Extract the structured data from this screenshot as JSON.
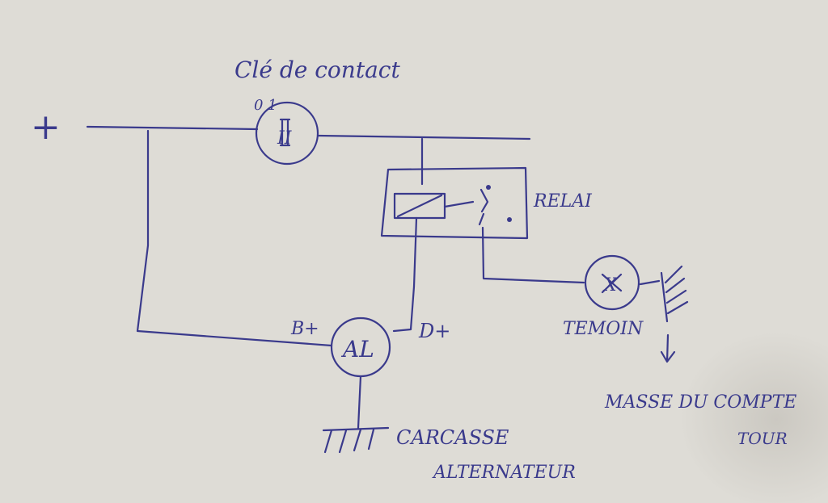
{
  "labels": {
    "key_switch": "Clé de contact",
    "key_positions": "0 1",
    "key_symbol": "II",
    "plus": "+",
    "relay": "RELAI",
    "alternator": "AL",
    "b_plus": "B+",
    "d_plus": "D+",
    "lamp_symbol": "X",
    "lamp": "TEMOIN",
    "tach_ground_1": "MASSE DU COMPTE",
    "tach_ground_2": "TOUR",
    "alt_ground_1": "CARCASSE",
    "alt_ground_2": "ALTERNATEUR"
  },
  "colors": {
    "paper": "#dedcd6",
    "ink": "#3a3a8c"
  }
}
